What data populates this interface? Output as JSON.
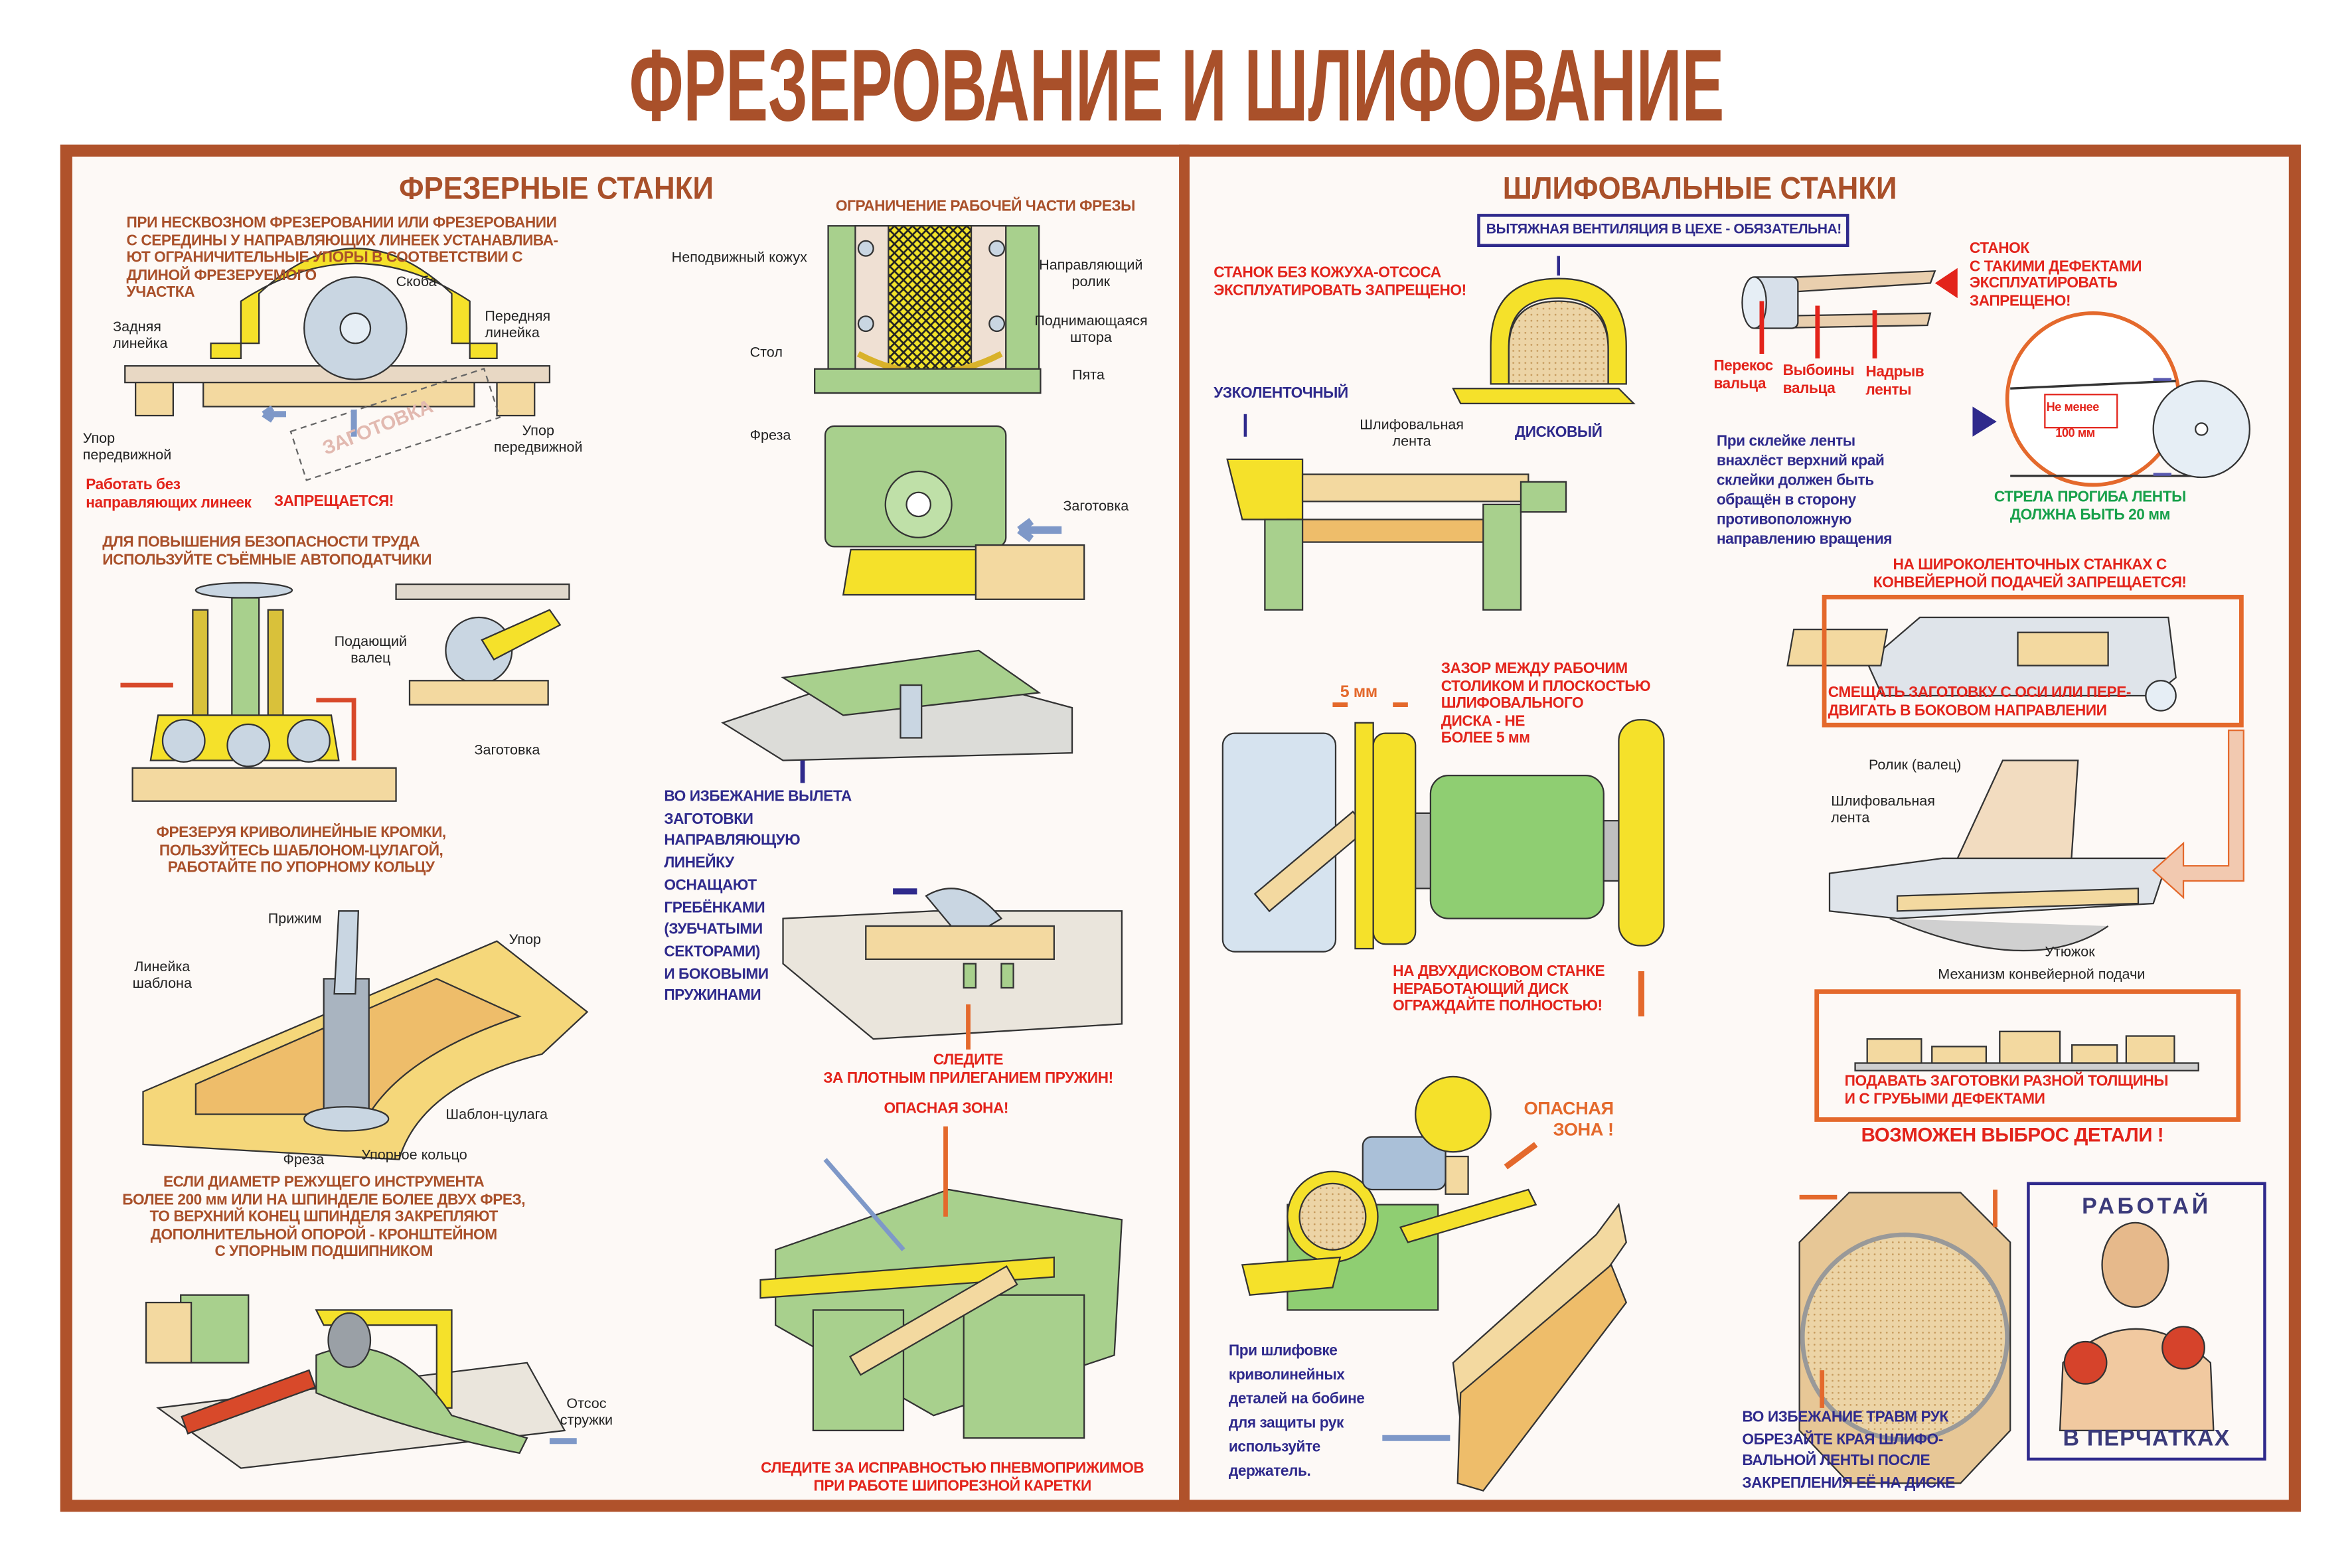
{
  "title": "ФРЕЗЕРОВАНИЕ И ШЛИФОВАНИЕ",
  "left": {
    "heading": "ФРЕЗЕРНЫЕ СТАНКИ",
    "stops_note": "ПРИ НЕСКВОЗНОМ ФРЕЗЕРОВАНИИ ИЛИ ФРЕЗЕРОВАНИИ\nС СЕРЕДИНЫ У НАПРАВЛЯЮЩИХ ЛИНЕЕК УСТАНАВЛИВА-\nЮТ ОГРАНИЧИТЕЛЬНЫЕ УПОРЫ В СООТВЕТСТВИИ С\nДЛИНОЙ ФРЕЗЕРУЕМОГО\nУЧАСТКА",
    "labels": {
      "skoba": "Скоба",
      "rear_ruler": "Задняя\nлинейка",
      "front_ruler": "Передняя\nлинейка",
      "stop_left": "Упор\nпередвижной",
      "stop_right": "Упор\nпередвижной",
      "workpiece_dashed": "ЗАГОТОВКА",
      "feed_roller": "Подающий\nвалец",
      "workpiece": "Заготовка",
      "clamp": "Прижим",
      "stop": "Упор",
      "template_ruler": "Линейка\nшаблона",
      "template": "Шаблон-цулага",
      "cutter": "Фреза",
      "thrust_ring": "Упорное кольцо",
      "chip_suction": "Отсос\nстружки"
    },
    "no_guides_warning": "Работать без\nнаправляющих линеек",
    "no_guides_forbidden": "ЗАПРЕЩАЕТСЯ!",
    "autofeeder_note": "ДЛЯ ПОВЫШЕНИЯ БЕЗОПАСНОСТИ ТРУДА\nИСПОЛЬЗУЙТЕ СЪЁМНЫЕ АВТОПОДАТЧИКИ",
    "template_note": "ФРЕЗЕРУЯ КРИВОЛИНЕЙНЫЕ КРОМКИ,\nПОЛЬЗУЙТЕСЬ ШАБЛОНОМ-ЦУЛАГОЙ,\nРАБОТАЙТЕ ПО УПОРНОМУ КОЛЬЦУ",
    "diameter_note": "ЕСЛИ ДИАМЕТР РЕЖУЩЕГО ИНСТРУМЕНТА\nБОЛЕЕ 200 мм ИЛИ НА ШПИНДЕЛЕ БОЛЕЕ ДВУХ ФРЕЗ,\nТО ВЕРХНИЙ КОНЕЦ ШПИНДЕЛЯ ЗАКРЕПЛЯЮТ\nДОПОЛНИТЕЛЬНОЙ ОПОРОЙ - КРОНШТЕЙНОМ\nС УПОРНЫМ ПОДШИПНИКОМ",
    "limit_heading": "ОГРАНИЧЕНИЕ РАБОЧЕЙ ЧАСТИ ФРЕЗЫ",
    "limit_labels": {
      "fixed_cover": "Неподвижный кожух",
      "guide_roller": "Направляющий\nролик",
      "rising_shutter": "Поднимающаяся\nштора",
      "table": "Стол",
      "heel": "Пята",
      "cutter": "Фреза",
      "workpiece": "Заготовка"
    },
    "ejection_note": "ВО ИЗБЕЖАНИЕ ВЫЛЕТА\nЗАГОТОВКИ\nНАПРАВЛЯЮЩУЮ\nЛИНЕЙКУ\nОСНАЩАЮТ\nГРЕБЁНКАМИ\n(ЗУБЧАТЫМИ\nСЕКТОРАМИ)\nИ БОКОВЫМИ\nПРУЖИНАМИ",
    "springs_note": "СЛЕДИТЕ\nЗА ПЛОТНЫМ ПРИЛЕГАНИЕМ ПРУЖИН!",
    "danger_zone": "ОПАСНАЯ ЗОНА!",
    "pneumatic_note": "СЛЕДИТЕ  ЗА ИСПРАВНОСТЬЮ ПНЕВМОПРИЖИМОВ\nПРИ РАБОТЕ ШИПОРЕЗНОЙ КАРЕТКИ"
  },
  "right": {
    "heading": "ШЛИФОВАЛЬНЫЕ СТАНКИ",
    "ventilation_box": "ВЫТЯЖНАЯ ВЕНТИЛЯЦИЯ В ЦЕХЕ - ОБЯЗАТЕЛЬНА!",
    "no_hood_warning": "СТАНОК БЕЗ КОЖУХА-ОТСОСА\nЭКСПЛУАТИРОВАТЬ ЗАПРЕЩЕНО!",
    "narrow_belt": "УЗКОЛЕНТОЧНЫЙ",
    "sanding_belt": "Шлифовальная\nлента",
    "disc": "ДИСКОВЫЙ",
    "defects": [
      "Перекос\nвальца",
      "Выбоины\nвальца",
      "Надрыв\nленты"
    ],
    "defects_warning": "СТАНОК\nС ТАКИМИ ДЕФЕКТАМИ\nЭКСПЛУАТИРОВАТЬ\nЗАПРЕЩЕНО!",
    "overlap_min": "Не менее",
    "overlap_value": "100 мм",
    "gluing_note": "При склейке ленты\nвнахлёст верхний край\nсклейки должен быть\nобращён в сторону\nпротивоположную\nнаправлению вращения",
    "sag_note": "СТРЕЛА ПРОГИБА ЛЕНТЫ\nДОЛЖНА БЫТЬ 20 мм",
    "wide_belt_warning": "НА ШИРОКОЛЕНТОЧНЫХ СТАНКАХ С\nКОНВЕЙЕРНОЙ ПОДАЧЕЙ ЗАПРЕЩАЕТСЯ!",
    "shift_note": "СМЕЩАТЬ ЗАГОТОВКУ С ОСИ ИЛИ ПЕРЕ-\nДВИГАТЬ В БОКОВОМ НАПРАВЛЕНИИ",
    "wide_labels": {
      "roller": "Ролик (валец)",
      "belt": "Шлифовальная\nлента",
      "iron": "Утюжок",
      "conveyor": "Механизм конвейерной подачи"
    },
    "thickness_note": "ПОДАВАТЬ ЗАГОТОВКИ РАЗНОЙ ТОЛЩИНЫ\nИ С ГРУБЫМИ ДЕФЕКТАМИ",
    "ejection_warning": "ВОЗМОЖЕН ВЫБРОС ДЕТАЛИ !",
    "gap_note": "ЗАЗОР МЕЖДУ РАБОЧИМ\nСТОЛИКОМ И ПЛОСКОСТЬЮ\nШЛИФОВАЛЬНОГО\nДИСКА - НЕ\nБОЛЕЕ 5 мм",
    "gap_value": "5 мм",
    "double_disc_note": "НА ДВУХДИСКОВОМ СТАНКЕ\nНЕРАБОТАЮЩИЙ ДИСК\nОГРАЖДАЙТЕ ПОЛНОСТЬЮ!",
    "danger_zone": "ОПАСНАЯ\nЗОНА !",
    "holder_note": "При шлифовке\nкриволинейных\nдеталей на бобине\nдля защиты рук\nиспользуйте\nдержатель.",
    "trim_note": "ВО ИЗБЕЖАНИЕ ТРАВМ РУК\nОБРЕЗАЙТЕ КРАЯ ШЛИФО-\nВАЛЬНОЙ ЛЕНТЫ ПОСЛЕ\nЗАКРЕПЛЕНИЯ ЕЁ НА ДИСКЕ",
    "gloves_top": "РАБОТАЙ",
    "gloves_bottom": "В ПЕРЧАТКАХ"
  },
  "colors": {
    "frame": "#b0522b",
    "heading": "#a9502a",
    "warning_red": "#e3241b",
    "note_blue": "#2f2a8c",
    "note_green": "#17a04a",
    "accent_orange": "#e4692c"
  }
}
